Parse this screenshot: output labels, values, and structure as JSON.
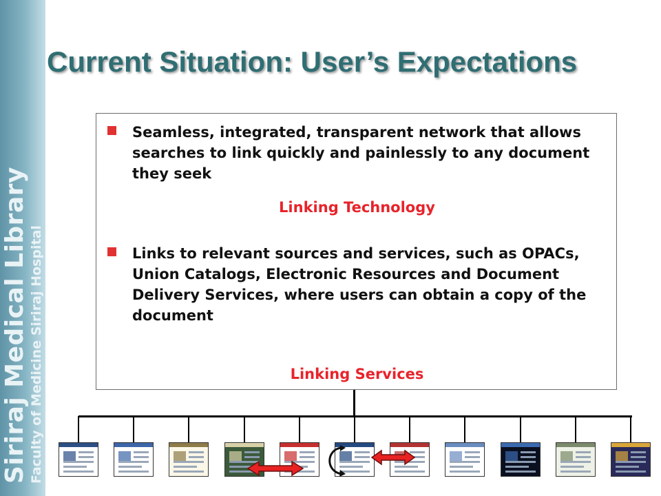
{
  "slide": {
    "title": "Current Situation: User’s Expectations",
    "sidebar": {
      "line1": "Siriraj Medical Library",
      "line2": "Faculty of Medicine Siriraj Hospital"
    },
    "bullets": [
      {
        "text": "Seamless, integrated, transparent network that allows searches to link quickly and painlessly to any document they seek",
        "label": "Linking Technology"
      },
      {
        "text": "Links to relevant sources and services, such as OPACs, Union Catalogs, Electronic Resources and Document Delivery Services, where users can obtain a copy of the document",
        "label": "Linking Services"
      }
    ],
    "thumbnail_count": 11,
    "colors": {
      "title": "#2f6e73",
      "label": "#e8232b",
      "bullet_marker": "#e03232",
      "side_band": "#86b5c4"
    }
  }
}
